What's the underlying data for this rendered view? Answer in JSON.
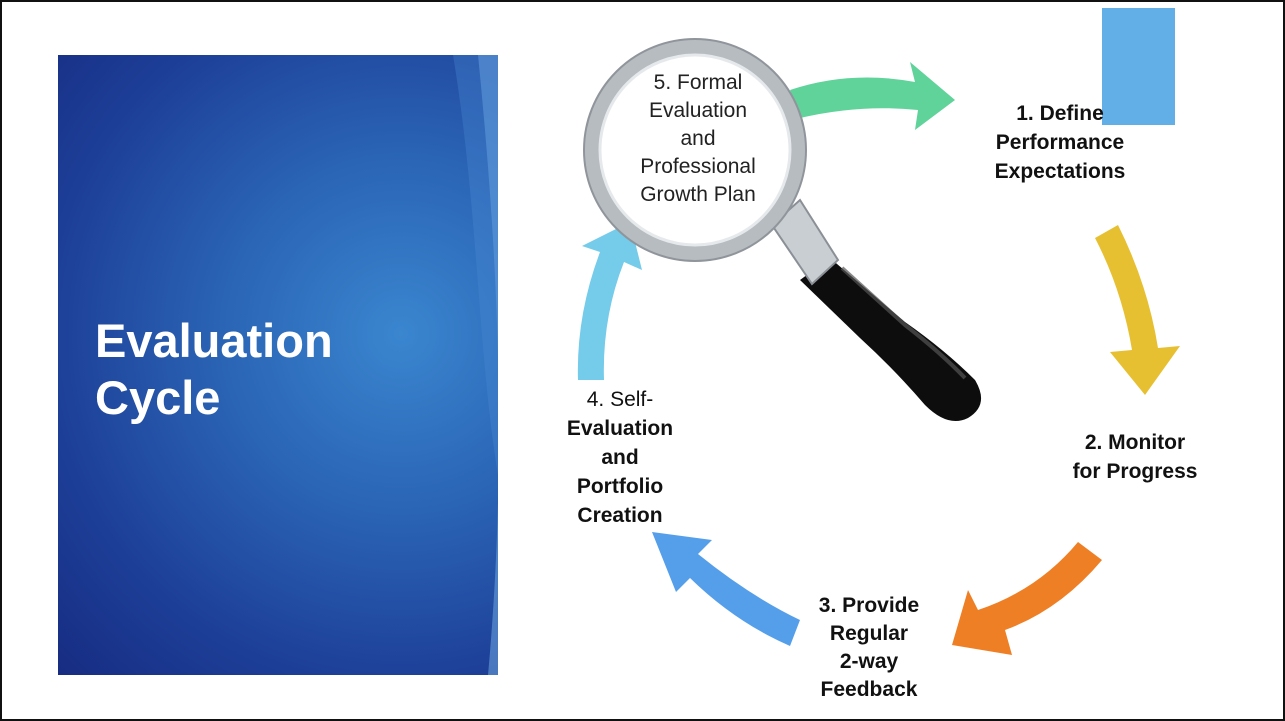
{
  "slide": {
    "title_lines": [
      "Evaluation",
      "Cycle"
    ]
  },
  "steps": {
    "step1": [
      "1. Define",
      "Performance",
      "Expectations"
    ],
    "step2": [
      "2. Monitor",
      "for Progress"
    ],
    "step3": [
      "3. Provide",
      "Regular",
      "2-way",
      "Feedback"
    ],
    "step4": [
      "4. Self-",
      "Evaluation",
      "and",
      "Portfolio",
      "Creation"
    ],
    "step5": [
      "5. Formal",
      "Evaluation",
      "and",
      "Professional",
      "Growth Plan"
    ]
  },
  "icons": {
    "center": "magnifying-glass-icon"
  },
  "colors": {
    "panel": "#2a63b4",
    "accent_block": "#62aee6",
    "arrow_green": "#5fd39a",
    "arrow_yellow": "#e7c032",
    "arrow_orange": "#ef7f24",
    "arrow_blue": "#559fea",
    "arrow_lightblue": "#74cbea"
  }
}
